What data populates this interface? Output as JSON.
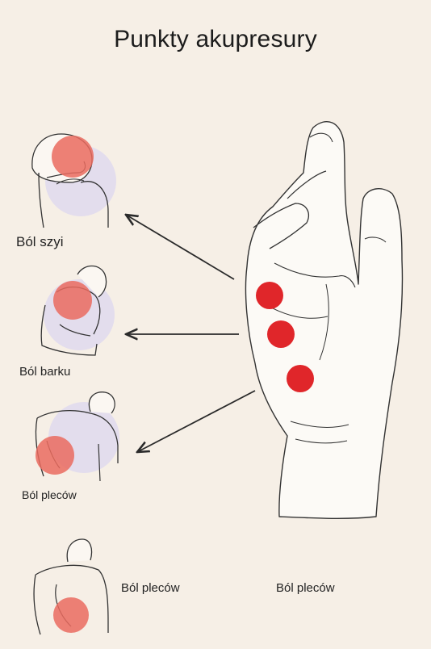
{
  "title": "Punkty akupresury",
  "labels": {
    "neck": "Ból szyi",
    "shoulder": "Ból barku",
    "back": "Ból pleców",
    "back_second": "Ból pleców",
    "back_third": "Ból pleców"
  },
  "colors": {
    "background": "#f6efe6",
    "acupoint": "#e0262a",
    "pain_area": "#ea6b5f",
    "halo": "#e2dcec",
    "line": "#2a2a2a"
  }
}
